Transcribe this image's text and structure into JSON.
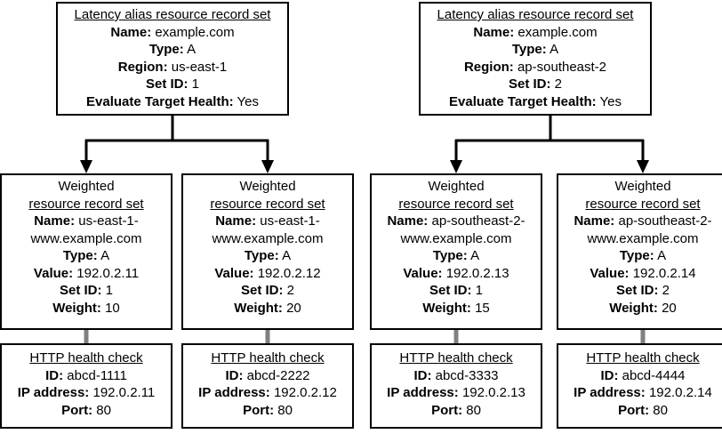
{
  "latency": [
    {
      "title": "Latency alias resource record set",
      "fields": [
        {
          "k": "Name:",
          "v": "example.com"
        },
        {
          "k": "Type:",
          "v": "A"
        },
        {
          "k": "Region:",
          "v": "us-east-1"
        },
        {
          "k": "Set ID:",
          "v": "1"
        },
        {
          "k": "Evaluate Target Health:",
          "v": "Yes"
        }
      ]
    },
    {
      "title": "Latency alias resource record set",
      "fields": [
        {
          "k": "Name:",
          "v": "example.com"
        },
        {
          "k": "Type:",
          "v": "A"
        },
        {
          "k": "Region:",
          "v": "ap-southeast-2"
        },
        {
          "k": "Set ID:",
          "v": "2"
        },
        {
          "k": "Evaluate Target Health:",
          "v": "Yes"
        }
      ]
    }
  ],
  "weighted": [
    {
      "title1": "Weighted",
      "title2": "resource record set",
      "name_key": "Name:",
      "name_v1": "us-east-1-",
      "name_v2": "www.example.com",
      "fields": [
        {
          "k": "Type:",
          "v": "A"
        },
        {
          "k": "Value:",
          "v": "192.0.2.11"
        },
        {
          "k": "Set ID:",
          "v": "1"
        },
        {
          "k": "Weight:",
          "v": "10"
        }
      ]
    },
    {
      "title1": "Weighted",
      "title2": "resource record set",
      "name_key": "Name:",
      "name_v1": "us-east-1-",
      "name_v2": "www.example.com",
      "fields": [
        {
          "k": "Type:",
          "v": "A"
        },
        {
          "k": "Value:",
          "v": "192.0.2.12"
        },
        {
          "k": "Set ID:",
          "v": "2"
        },
        {
          "k": "Weight:",
          "v": "20"
        }
      ]
    },
    {
      "title1": "Weighted",
      "title2": "resource record set",
      "name_key": "Name:",
      "name_v1": "ap-southeast-2-",
      "name_v2": "www.example.com",
      "fields": [
        {
          "k": "Type:",
          "v": "A"
        },
        {
          "k": "Value:",
          "v": "192.0.2.13"
        },
        {
          "k": "Set ID:",
          "v": "1"
        },
        {
          "k": "Weight:",
          "v": "15"
        }
      ]
    },
    {
      "title1": "Weighted",
      "title2": "resource record set",
      "name_key": "Name:",
      "name_v1": "ap-southeast-2-",
      "name_v2": "www.example.com",
      "fields": [
        {
          "k": "Type:",
          "v": "A"
        },
        {
          "k": "Value:",
          "v": "192.0.2.14"
        },
        {
          "k": "Set ID:",
          "v": "2"
        },
        {
          "k": "Weight:",
          "v": "20"
        }
      ]
    }
  ],
  "health": [
    {
      "title": "HTTP health check",
      "fields": [
        {
          "k": "ID:",
          "v": "abcd-1111"
        },
        {
          "k": "IP address:",
          "v": "192.0.2.11"
        },
        {
          "k": "Port:",
          "v": "80"
        }
      ]
    },
    {
      "title": "HTTP health check",
      "fields": [
        {
          "k": "ID:",
          "v": "abcd-2222"
        },
        {
          "k": "IP address:",
          "v": "192.0.2.12"
        },
        {
          "k": "Port:",
          "v": "80"
        }
      ]
    },
    {
      "title": "HTTP health check",
      "fields": [
        {
          "k": "ID:",
          "v": "abcd-3333"
        },
        {
          "k": "IP address:",
          "v": "192.0.2.13"
        },
        {
          "k": "Port:",
          "v": "80"
        }
      ]
    },
    {
      "title": "HTTP health check",
      "fields": [
        {
          "k": "ID:",
          "v": "abcd-4444"
        },
        {
          "k": "IP address:",
          "v": "192.0.2.14"
        },
        {
          "k": "Port:",
          "v": "80"
        }
      ]
    }
  ]
}
